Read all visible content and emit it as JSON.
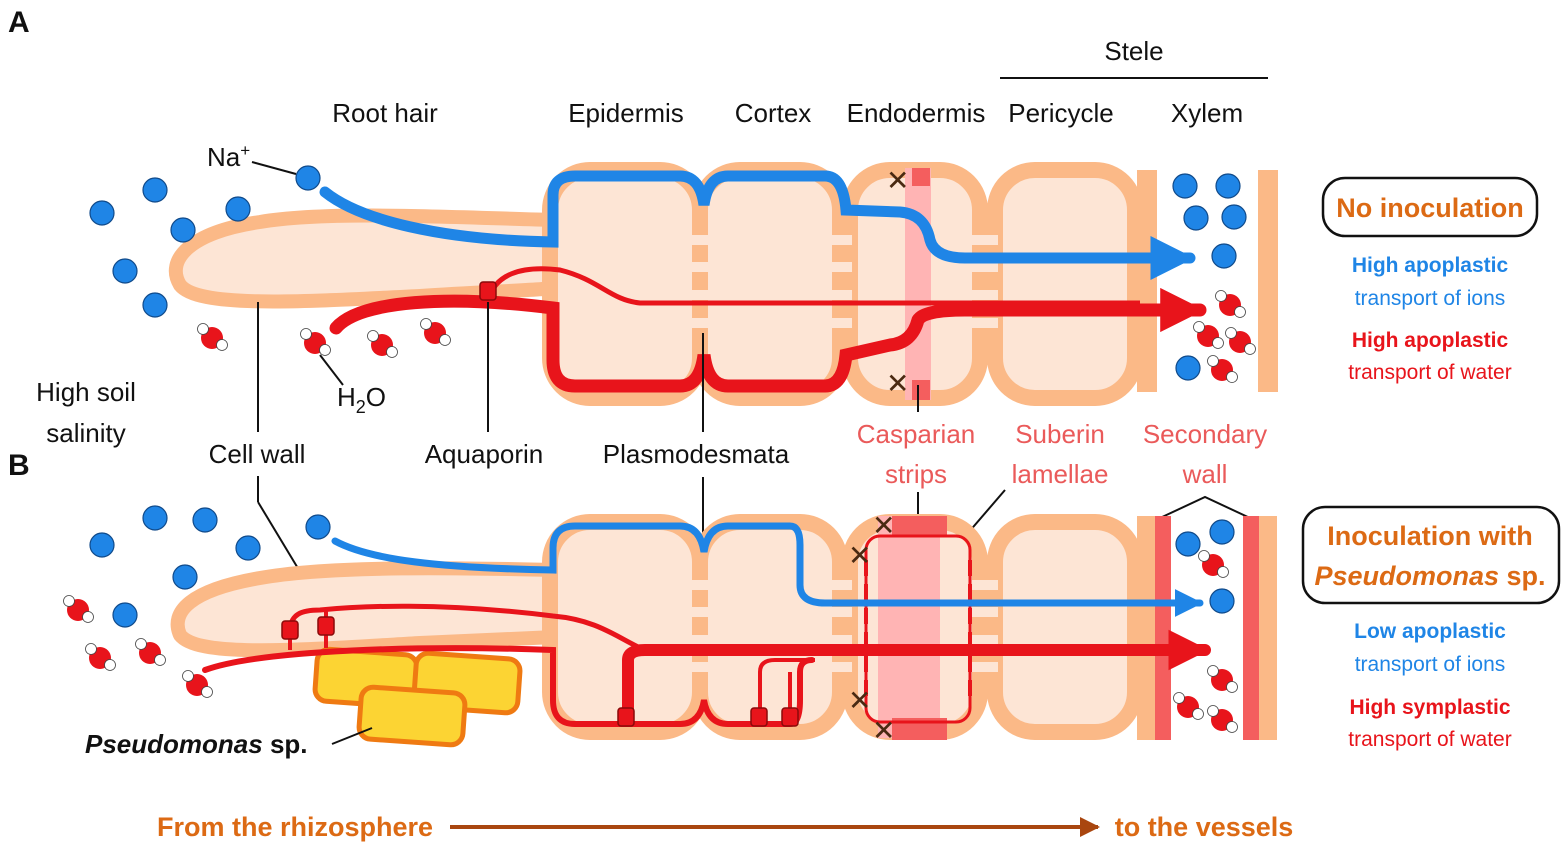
{
  "panel_a_letter": "A",
  "panel_b_letter": "B",
  "labels": {
    "stele": "Stele",
    "root_hair": "Root hair",
    "epidermis": "Epidermis",
    "cortex": "Cortex",
    "endodermis": "Endodermis",
    "pericycle": "Pericycle",
    "xylem": "Xylem",
    "na_base": "Na",
    "na_sup": "+",
    "h2o_a": "H",
    "h2o_sub": "2",
    "h2o_b": "O",
    "salinity_1": "High soil",
    "salinity_2": "salinity",
    "cell_wall": "Cell wall",
    "aquaporin": "Aquaporin",
    "plasmodesmata": "Plasmodesmata",
    "casparian_1": "Casparian",
    "casparian_2": "strips",
    "suberin_1": "Suberin",
    "suberin_2": "lamellae",
    "secondary_1": "Secondary",
    "secondary_2": "wall",
    "pseudo_italic": "Pseudomonas",
    "pseudo_rest": " sp."
  },
  "panel_a_box": "No inoculation",
  "panel_b_box_1": "Inoculation with",
  "panel_b_box_2_italic": "Pseudomonas",
  "panel_b_box_2_rest": " sp.",
  "panel_a_legend": {
    "ions_1": "High apoplastic",
    "ions_2": "transport of ions",
    "water_1": "High apoplastic",
    "water_2": "transport of water"
  },
  "panel_b_legend": {
    "ions_1": "Low apoplastic",
    "ions_2": "transport of ions",
    "water_1": "High symplastic",
    "water_2": "transport of water"
  },
  "bottom_left": "From the rhizosphere",
  "bottom_right": "to the vessels",
  "colors": {
    "cell_fill": "#fde5d5",
    "cell_wall": "#fbb987",
    "ion_blue": "#1f85e6",
    "water_red": "#e8141b",
    "casparian": "#f45e5e",
    "suberin": "#ffb4b4",
    "bacteria_fill": "#fcd433",
    "bacteria_edge": "#ef7a12",
    "accent_orange": "#dc6a14",
    "arrow_brown": "#a9460f"
  }
}
